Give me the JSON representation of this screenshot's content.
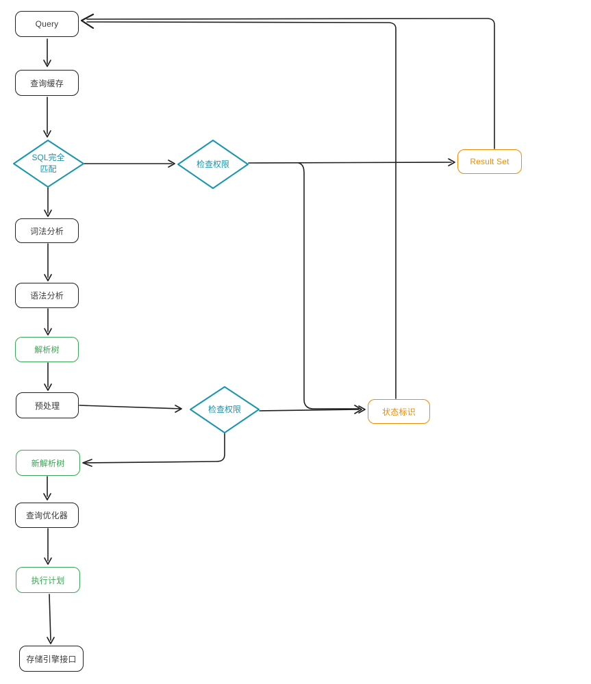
{
  "diagram": {
    "type": "flowchart",
    "topic": "MySQL query execution flow",
    "background": "#ffffff"
  },
  "colors": {
    "ink": "#1e1e1e",
    "teal": "#1795ac",
    "green": "#3aa655",
    "orange": "#f08c00"
  },
  "nodes": [
    {
      "id": "query",
      "label": "Query",
      "shape": "rounded-rect",
      "color": "ink"
    },
    {
      "id": "query-cache",
      "label": "查询缓存",
      "shape": "rounded-rect",
      "color": "ink"
    },
    {
      "id": "sql-exact-match",
      "label": "SQL完全匹配",
      "lines": [
        "SQL完全",
        "匹配"
      ],
      "shape": "diamond",
      "color": "teal"
    },
    {
      "id": "check-permission-1",
      "label": "检查权限",
      "shape": "diamond",
      "color": "teal"
    },
    {
      "id": "result-set",
      "label": "Result Set",
      "shape": "rounded-rect",
      "color": "orange"
    },
    {
      "id": "lexical-analysis",
      "label": "词法分析",
      "shape": "rounded-rect",
      "color": "ink"
    },
    {
      "id": "syntax-analysis",
      "label": "语法分析",
      "shape": "rounded-rect",
      "color": "ink"
    },
    {
      "id": "parse-tree",
      "label": "解析树",
      "shape": "rounded-rect",
      "color": "green"
    },
    {
      "id": "preprocess",
      "label": "预处理",
      "shape": "rounded-rect",
      "color": "ink"
    },
    {
      "id": "check-permission-2",
      "label": "检查权限",
      "shape": "diamond",
      "color": "teal"
    },
    {
      "id": "status-flag",
      "label": "状态标识",
      "shape": "rounded-rect",
      "color": "orange"
    },
    {
      "id": "new-parse-tree",
      "label": "新解析树",
      "shape": "rounded-rect",
      "color": "green"
    },
    {
      "id": "query-optimizer",
      "label": "查询优化器",
      "shape": "rounded-rect",
      "color": "ink"
    },
    {
      "id": "execution-plan",
      "label": "执行计划",
      "shape": "rounded-rect",
      "color": "green"
    },
    {
      "id": "storage-engine-interface",
      "label": "存储引擎接口",
      "shape": "rounded-rect",
      "color": "ink"
    }
  ],
  "edges": [
    {
      "from": "query",
      "to": "query-cache"
    },
    {
      "from": "query-cache",
      "to": "sql-exact-match"
    },
    {
      "from": "sql-exact-match",
      "to": "check-permission-1"
    },
    {
      "from": "sql-exact-match",
      "to": "lexical-analysis"
    },
    {
      "from": "check-permission-1",
      "to": "result-set"
    },
    {
      "from": "check-permission-1",
      "to": "status-flag"
    },
    {
      "from": "lexical-analysis",
      "to": "syntax-analysis"
    },
    {
      "from": "syntax-analysis",
      "to": "parse-tree"
    },
    {
      "from": "parse-tree",
      "to": "preprocess"
    },
    {
      "from": "preprocess",
      "to": "check-permission-2"
    },
    {
      "from": "check-permission-2",
      "to": "status-flag"
    },
    {
      "from": "check-permission-2",
      "to": "new-parse-tree"
    },
    {
      "from": "new-parse-tree",
      "to": "query-optimizer"
    },
    {
      "from": "query-optimizer",
      "to": "execution-plan"
    },
    {
      "from": "execution-plan",
      "to": "storage-engine-interface"
    },
    {
      "from": "result-set",
      "to": "query"
    },
    {
      "from": "status-flag",
      "to": "query"
    }
  ]
}
